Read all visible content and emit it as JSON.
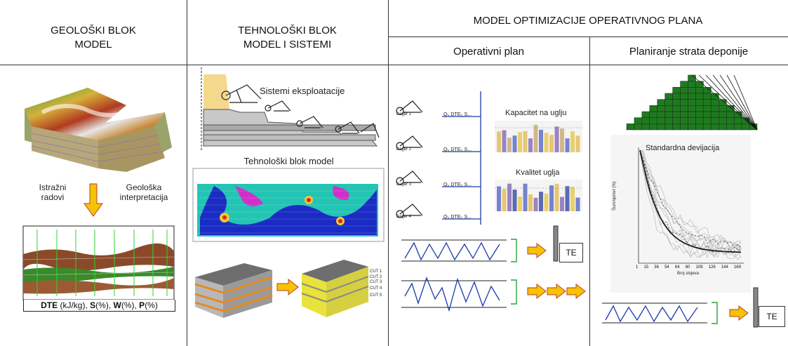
{
  "headers": {
    "geo": "GEOLOŠKI BLOK\nMODEL",
    "tech": "TEHNOLOŠKI BLOK\nMODEL I SISTEMI",
    "model": "MODEL OPTIMIZACIJE OPERATIVNOG PLANA",
    "oper": "Operativni plan",
    "plan": "Planiranje strata deponije"
  },
  "geo": {
    "left_label": "Istražni\nradovi",
    "right_label": "Geološka\ninterpretacija",
    "caption_parts": [
      "DTE",
      " (kJ/kg), ",
      "S",
      "(%), ",
      "W",
      "(%), ",
      "P",
      "(%)"
    ]
  },
  "tech": {
    "systems_label": "Sistemi eksploatacije",
    "blockmodel_label": "Tehnološki blok model",
    "cuts": [
      "CUT 1",
      "CUT 2",
      "CUT 3",
      "CUT 4",
      "CUT 5"
    ]
  },
  "oper": {
    "excavators": [
      "Bager 1",
      "Bager 2",
      "Bager 3",
      "Bager 4"
    ],
    "params": "Qₗ, DTEₗ, S...",
    "capacity_label": "Kapacitet na uglju",
    "quality_label": "Kvalitet uglja",
    "te_label": "TE"
  },
  "plan": {
    "std_label": "Standardna devijacija",
    "x_axis_label": "Broj slojeva",
    "y_axis_label": "Šum/sprovr (%)",
    "x_ticks": [
      "1",
      "15",
      "36",
      "54",
      "64",
      "80",
      "108",
      "126",
      "144",
      "169"
    ],
    "te_label": "TE"
  },
  "colors": {
    "border": "#333333",
    "arrow": "#f5c400",
    "blue_line": "#1a3aa8",
    "green_bracket": "#29a33a"
  }
}
